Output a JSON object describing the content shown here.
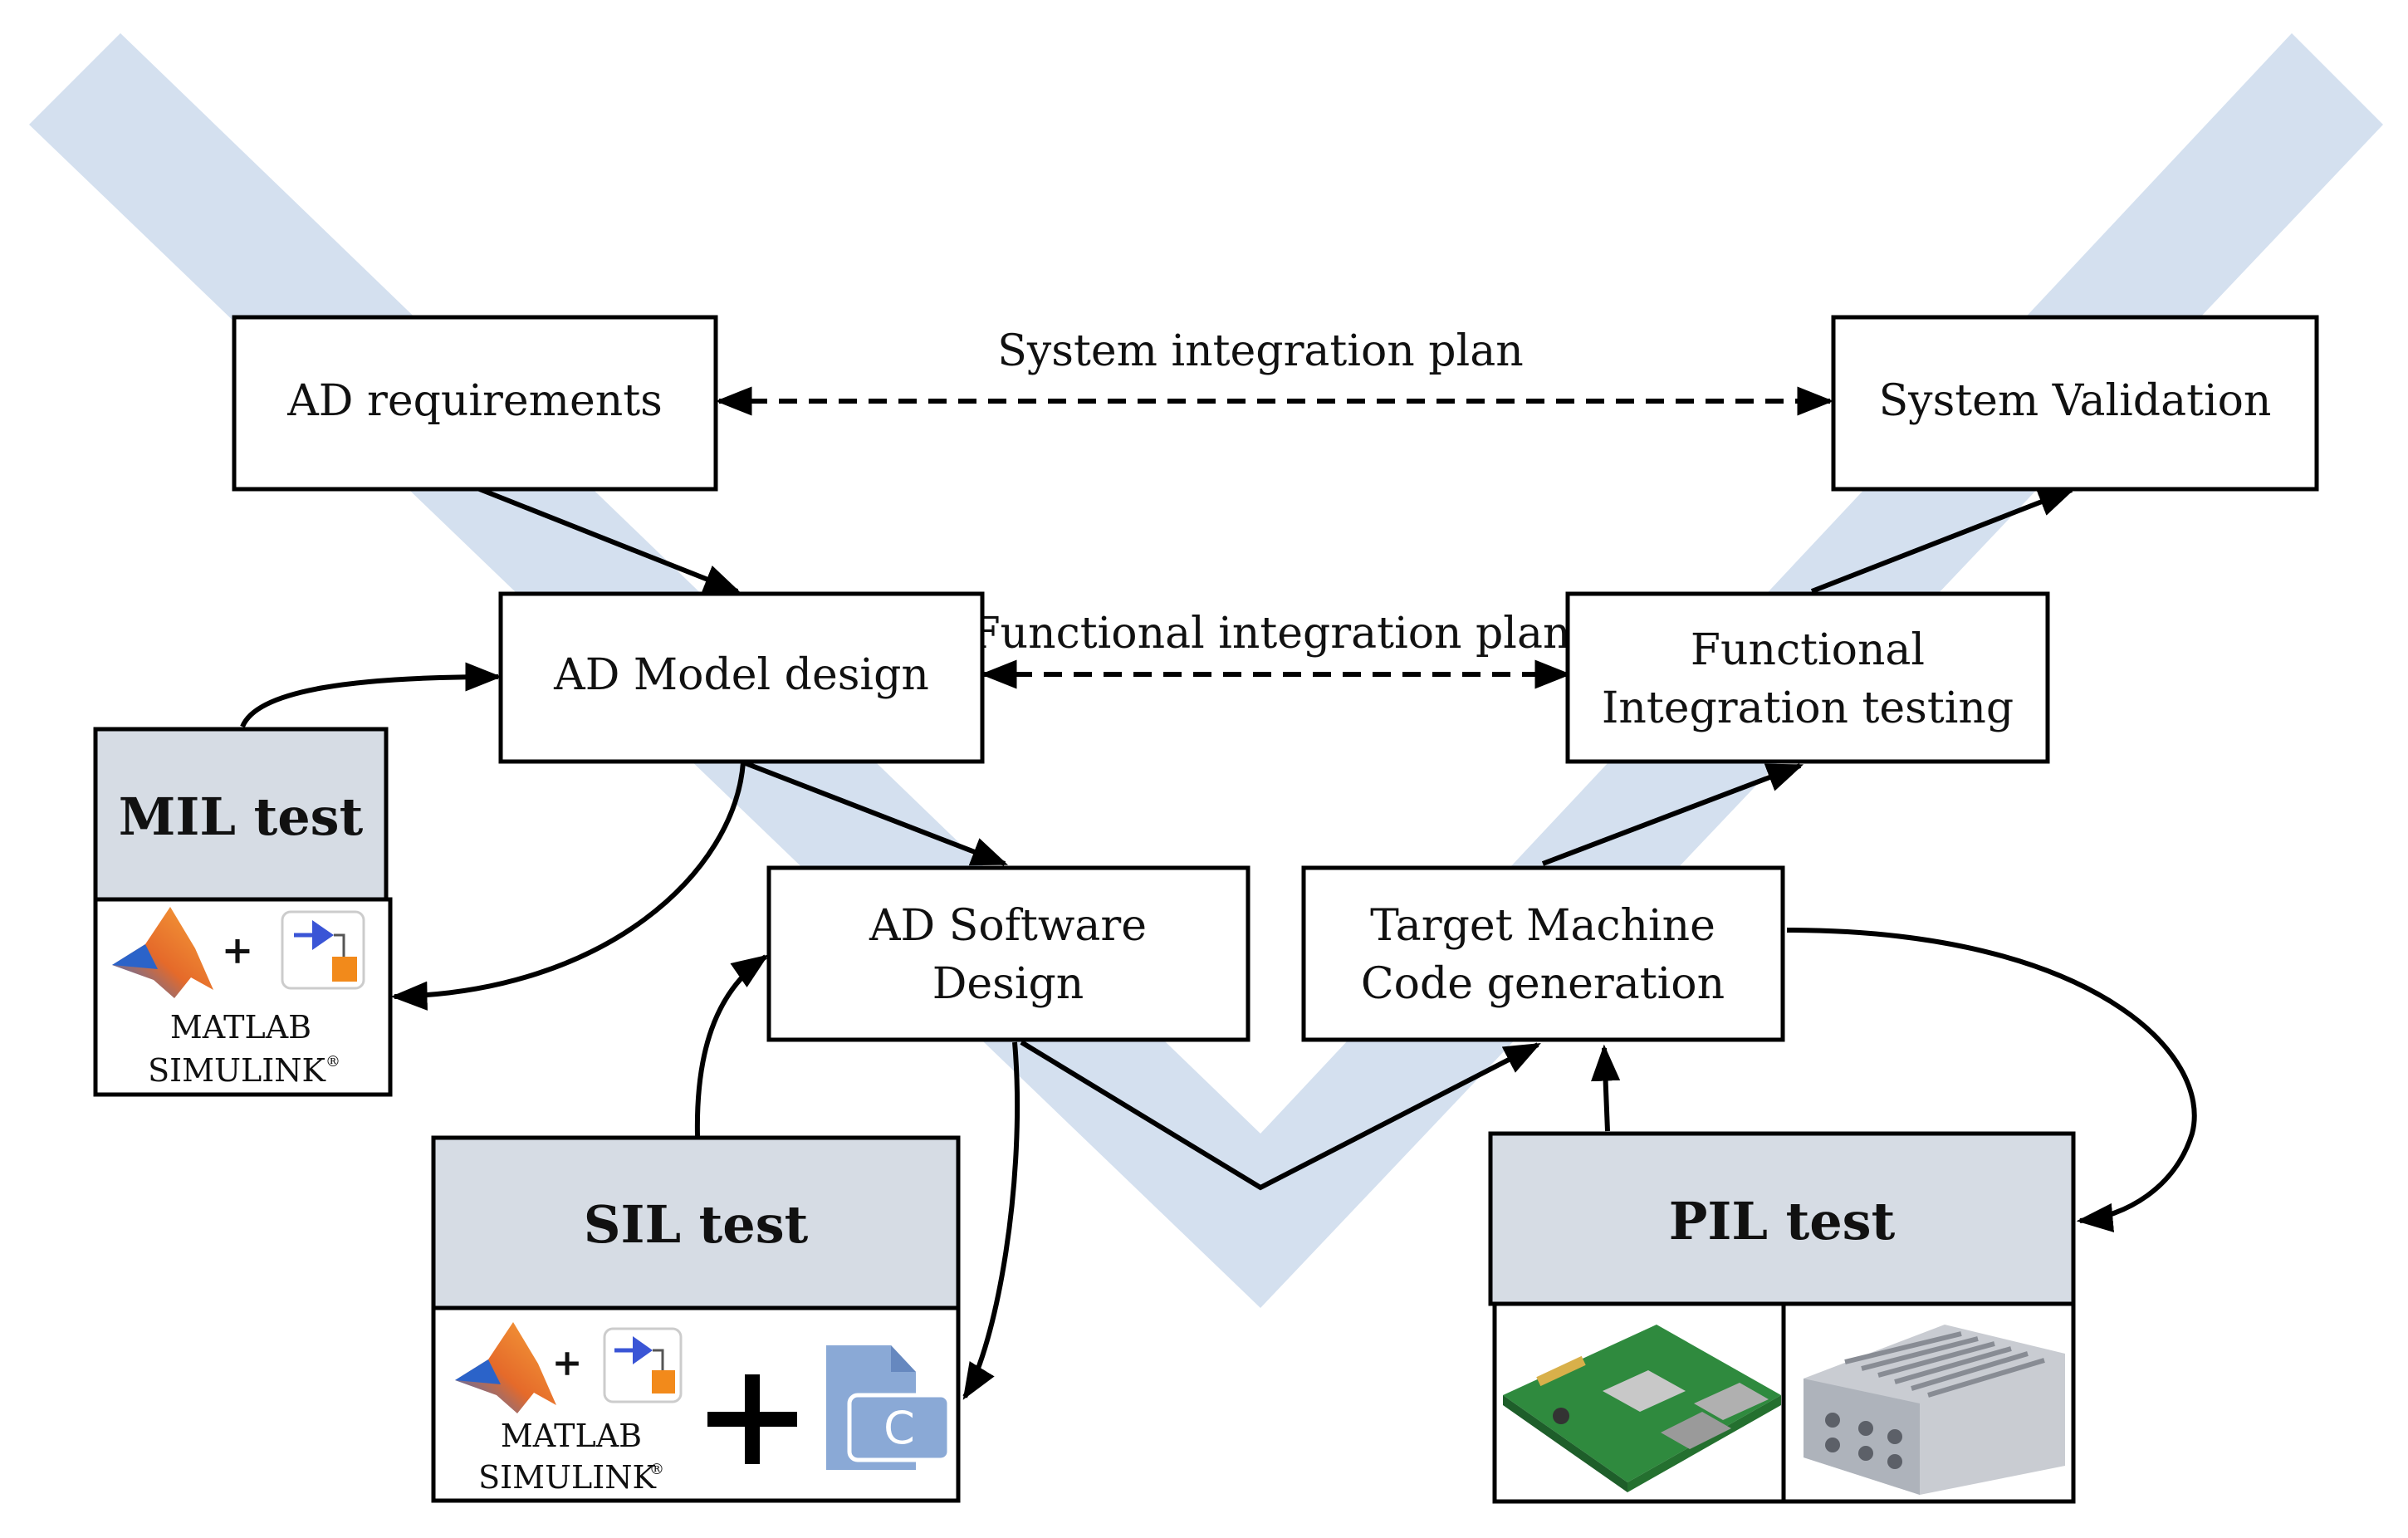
{
  "colors": {
    "v_shape": "#d4e0ef",
    "header_fill": "#d6dce4",
    "matlab_orange": "#e56a2a",
    "simulink_orange": "#f28a1b",
    "simulink_blue": "#3a55d6",
    "c_file_blue": "#8aa9d6"
  },
  "boxes": {
    "ad_requirements": "AD requirements",
    "system_validation": "System Validation",
    "ad_model_design": "AD Model design",
    "functional_integration_testing": [
      "Functional",
      "Integration testing"
    ],
    "ad_software_design": [
      "AD Software",
      "Design"
    ],
    "target_machine_code_generation": [
      "Target Machine",
      "Code generation"
    ]
  },
  "plans": {
    "system": "System integration plan",
    "functional": "Functional integration plan"
  },
  "tests": {
    "mil": "MIL test",
    "sil": "SIL test",
    "pil": "PIL test"
  },
  "logos": {
    "matlab": "MATLAB",
    "simulink": "SIMULINK",
    "registered": "®",
    "plus": "+",
    "c_letter": "C"
  },
  "icons": {
    "matlab": "matlab-logo-icon",
    "simulink": "simulink-logo-icon",
    "c_file": "c-file-icon",
    "raspberry_pi": "raspberry-pi-board-icon",
    "embedded_pc": "embedded-pc-icon"
  }
}
